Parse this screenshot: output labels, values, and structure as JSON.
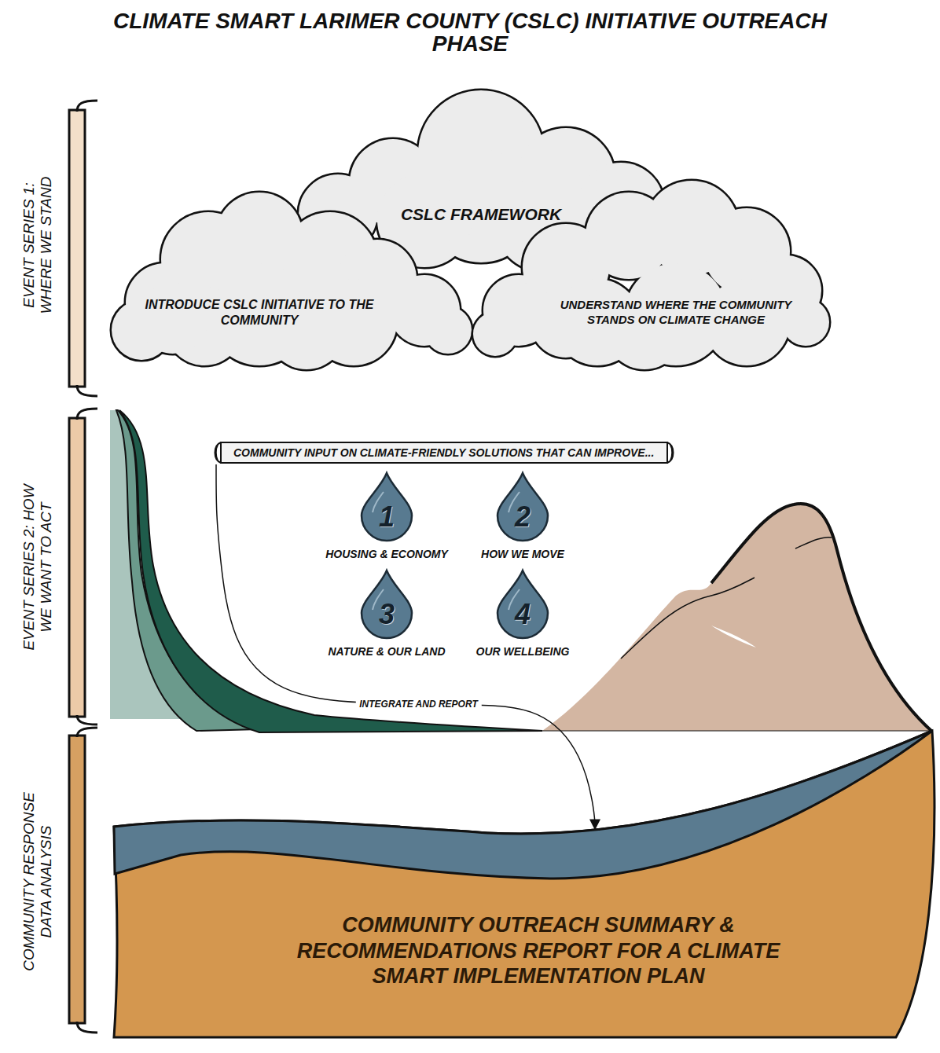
{
  "diagram": {
    "title": "CLIMATE SMART LARIMER COUNTY (CSLC) INITIATIVE OUTREACH PHASE",
    "nodes": [
      {
        "text": [
          "CSLC FRAMEWORK"
        ]
      },
      {
        "text": [
          "INTRODUCE CSLC INITIATIVE TO THE COMMUNITY"
        ]
      },
      {
        "text": [
          "UNDERSTAND WHERE THE COMMUNITY STANDS ON CLIMATE CHANGE"
        ]
      },
      {
        "text": [
          "COMMUNITY INPUT ON CLIMATE-FRIENDLY SOLUTIONS THAT CAN IMPROVE..."
        ]
      },
      {
        "text": [
          "1",
          "HOUSING & ECONOMY"
        ]
      },
      {
        "text": [
          "2",
          "HOW WE MOVE"
        ]
      },
      {
        "text": [
          "3",
          "NATURE & OUR LAND"
        ]
      },
      {
        "text": [
          "4",
          "OUR WELLBEING"
        ]
      },
      {
        "text": [
          "COMMUNITY OUTREACH SUMMARY & RECOMMENDATIONS REPORT FOR A CLIMATE SMART IMPLEMENTATION PLAN"
        ]
      }
    ],
    "edges": [
      {
        "from": 3,
        "to": 8,
        "arrow": "to",
        "label": "INTEGRATE AND REPORT"
      }
    ],
    "labels": [
      "EVENT SERIES 1: WHERE WE STAND",
      "EVENT SERIES 2: HOW WE WANT TO ACT",
      "COMMUNITY RESPONSE DATA ANALYSIS"
    ]
  }
}
